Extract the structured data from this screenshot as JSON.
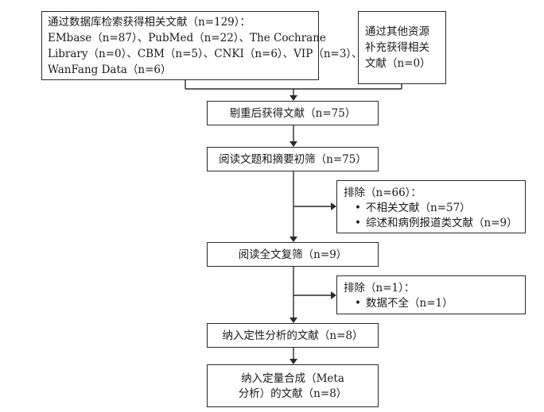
{
  "db_search": {
    "line1": "通过数据库检索获得相关文献（n=129）：",
    "line2": "EMbase（n=87）、PubMed（n=22）、The Cochrane",
    "line3": "Library（n=0）、CBM（n=5）、CNKI（n=6）、VIP（n=3）、",
    "line4": "WanFang Data（n=6）"
  },
  "other_sources": {
    "line1": "通过其他资源",
    "line2": "补充获得相关",
    "line3": "文献（n=0）"
  },
  "dedup": "剔重后获得文献（n=75）",
  "title_abstract": "阅读文题和摘要初筛（n=75）",
  "exclusion1": {
    "header": "排除（n=66）：",
    "items": [
      "不相关文献（n=57）",
      "综述和病例报道类文献（n=9）"
    ]
  },
  "fulltext": "阅读全文复筛（n=9）",
  "exclusion2": {
    "header": "排除（n=1）：",
    "items": [
      "数据不全（n=1）"
    ]
  },
  "qualitative": "纳入定性分析的文献（n=8）",
  "quantitative": {
    "line1": "纳入定量合成（Meta",
    "line2": "分析）的文献（n=8）"
  }
}
